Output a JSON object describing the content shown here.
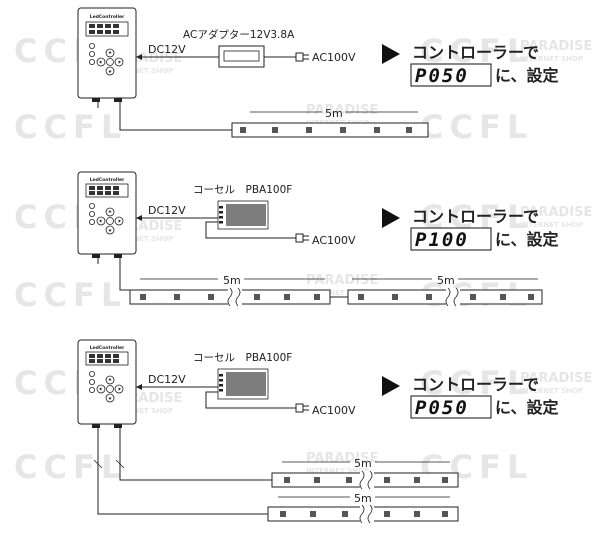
{
  "watermark": {
    "brand": "CCFL",
    "shop_top": "PARADISE",
    "shop_bottom": "INTERNET SHOP"
  },
  "controller": {
    "label": "LedController"
  },
  "common": {
    "ac_label": "AC100V",
    "dc_label": "DC12V",
    "heading": "コントローラーで",
    "suffix": "に、設定",
    "strip_length": "5m"
  },
  "sections": [
    {
      "power_label": "ACアダプター12V3.8A",
      "display_value": "P050"
    },
    {
      "power_label": "コーセル　PBA100F",
      "display_value": "P100"
    },
    {
      "power_label": "コーセル　PBA100F",
      "display_value": "P050"
    }
  ],
  "colors": {
    "line": "#222222",
    "arrow": "#111111",
    "led": "#555555",
    "watermark": "#e6e6e6"
  }
}
